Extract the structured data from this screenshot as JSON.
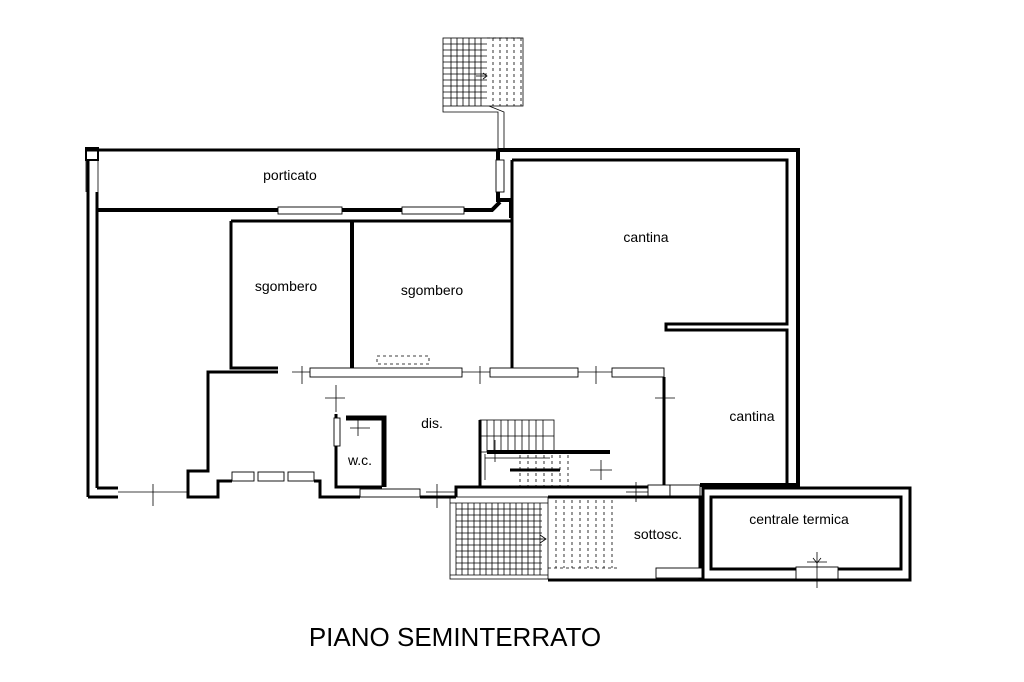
{
  "title": "PIANO SEMINTERRATO",
  "rooms": {
    "porticato": "porticato",
    "cantina_1": "cantina",
    "sgombero_1": "sgombero",
    "sgombero_2": "sgombero",
    "dis": "dis.",
    "wc": "w.c.",
    "cantina_2": "cantina",
    "sottosc": "sottosc.",
    "centrale_termica": "centrale termica"
  },
  "colors": {
    "line": "#000000",
    "background": "#ffffff"
  }
}
